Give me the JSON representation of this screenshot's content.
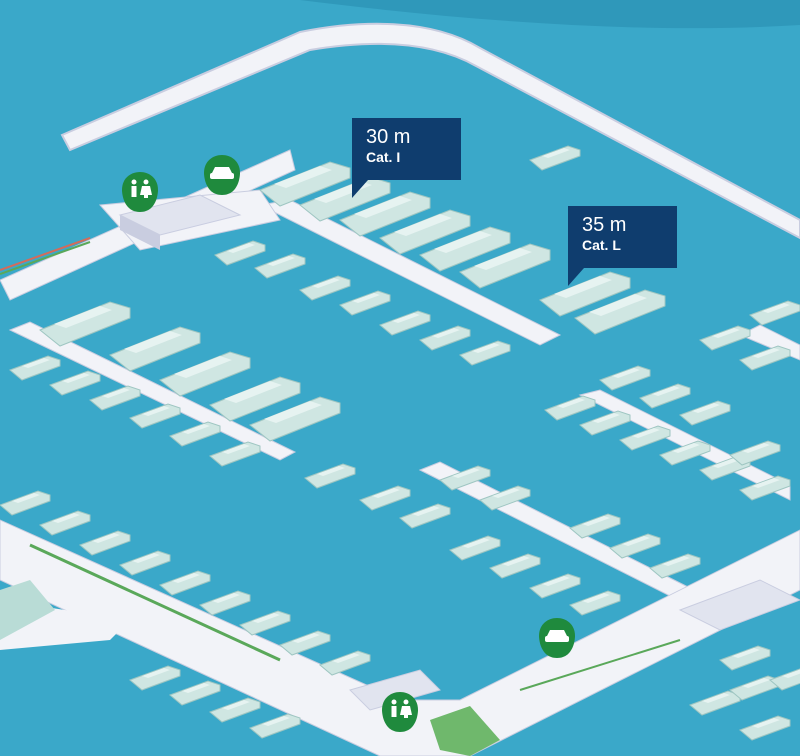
{
  "colors": {
    "water": "#3aa8c9",
    "deep_water": "#2f98ba",
    "pier": "#f2f3f8",
    "pier_shadow": "#c9cde0",
    "boat": "#cfe6e2",
    "boat_shadow": "#9fc6c2",
    "pin": "#1f8a3d",
    "callout": "#0f3d6e",
    "grass": "#5aa85a"
  },
  "callouts": [
    {
      "length": "30 m",
      "category": "Cat. I"
    },
    {
      "length": "35 m",
      "category": "Cat. L"
    }
  ],
  "pins": [
    {
      "icon": "restroom-icon"
    },
    {
      "icon": "car-icon"
    },
    {
      "icon": "car-icon"
    },
    {
      "icon": "restroom-icon"
    }
  ]
}
